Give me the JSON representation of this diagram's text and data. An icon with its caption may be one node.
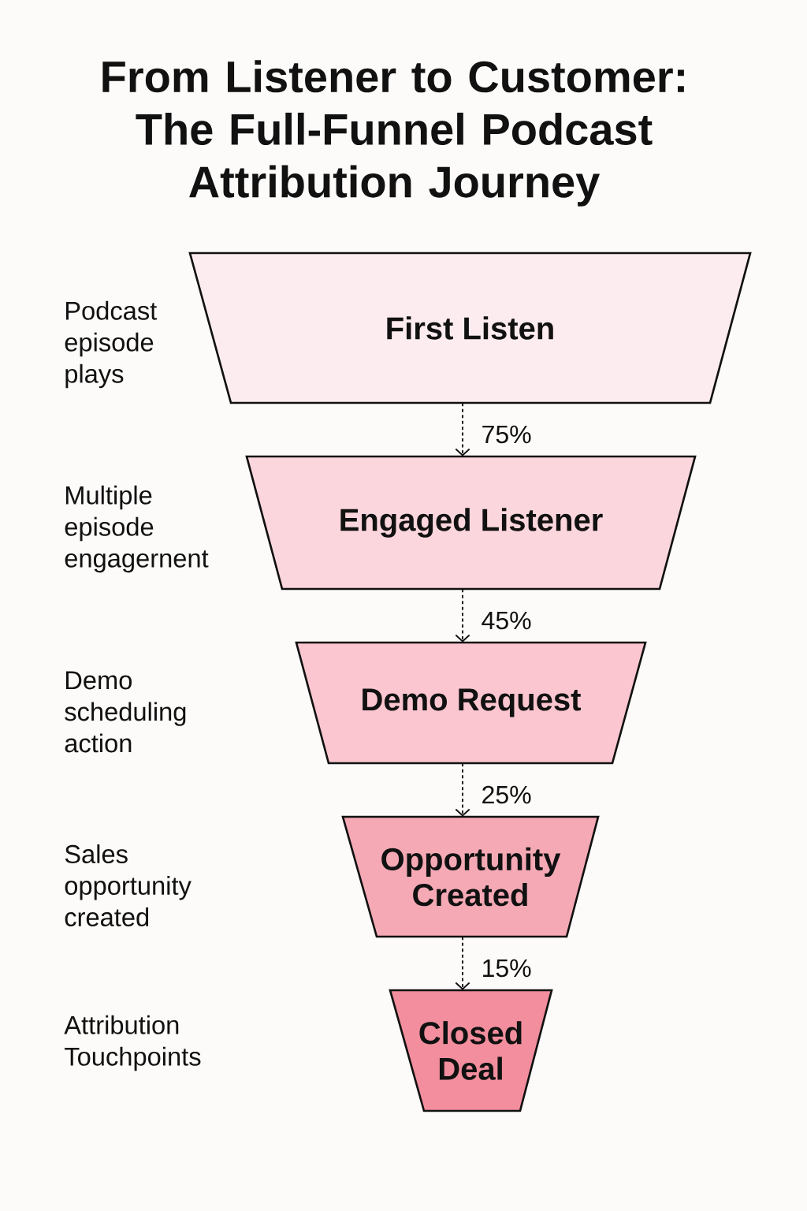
{
  "diagram": {
    "title": "From Listener to Customer: The Full-Funnel Podcast Attribution Journey",
    "nodes": [
      {
        "text": [
          "First Listen"
        ]
      },
      {
        "text": [
          "Engaged Listener"
        ]
      },
      {
        "text": [
          "Demo Request"
        ]
      },
      {
        "text": [
          "Opportunity Created"
        ]
      },
      {
        "text": [
          "Closed Deal"
        ]
      }
    ],
    "edges": [
      {
        "from": 0,
        "to": 1,
        "arrow": "to",
        "label": "75%",
        "style": "dashed"
      },
      {
        "from": 1,
        "to": 2,
        "arrow": "to",
        "label": "45%",
        "style": "dashed"
      },
      {
        "from": 2,
        "to": 3,
        "arrow": "to",
        "label": "25%",
        "style": "dashed"
      },
      {
        "from": 3,
        "to": 4,
        "arrow": "to",
        "label": "15%",
        "style": "dashed"
      }
    ],
    "labels": [
      "Podcast episode plays",
      "Multiple episode engagernent",
      "Demo scheduling action",
      "Sales opportunity created",
      "Attribution Touchpoints"
    ]
  }
}
